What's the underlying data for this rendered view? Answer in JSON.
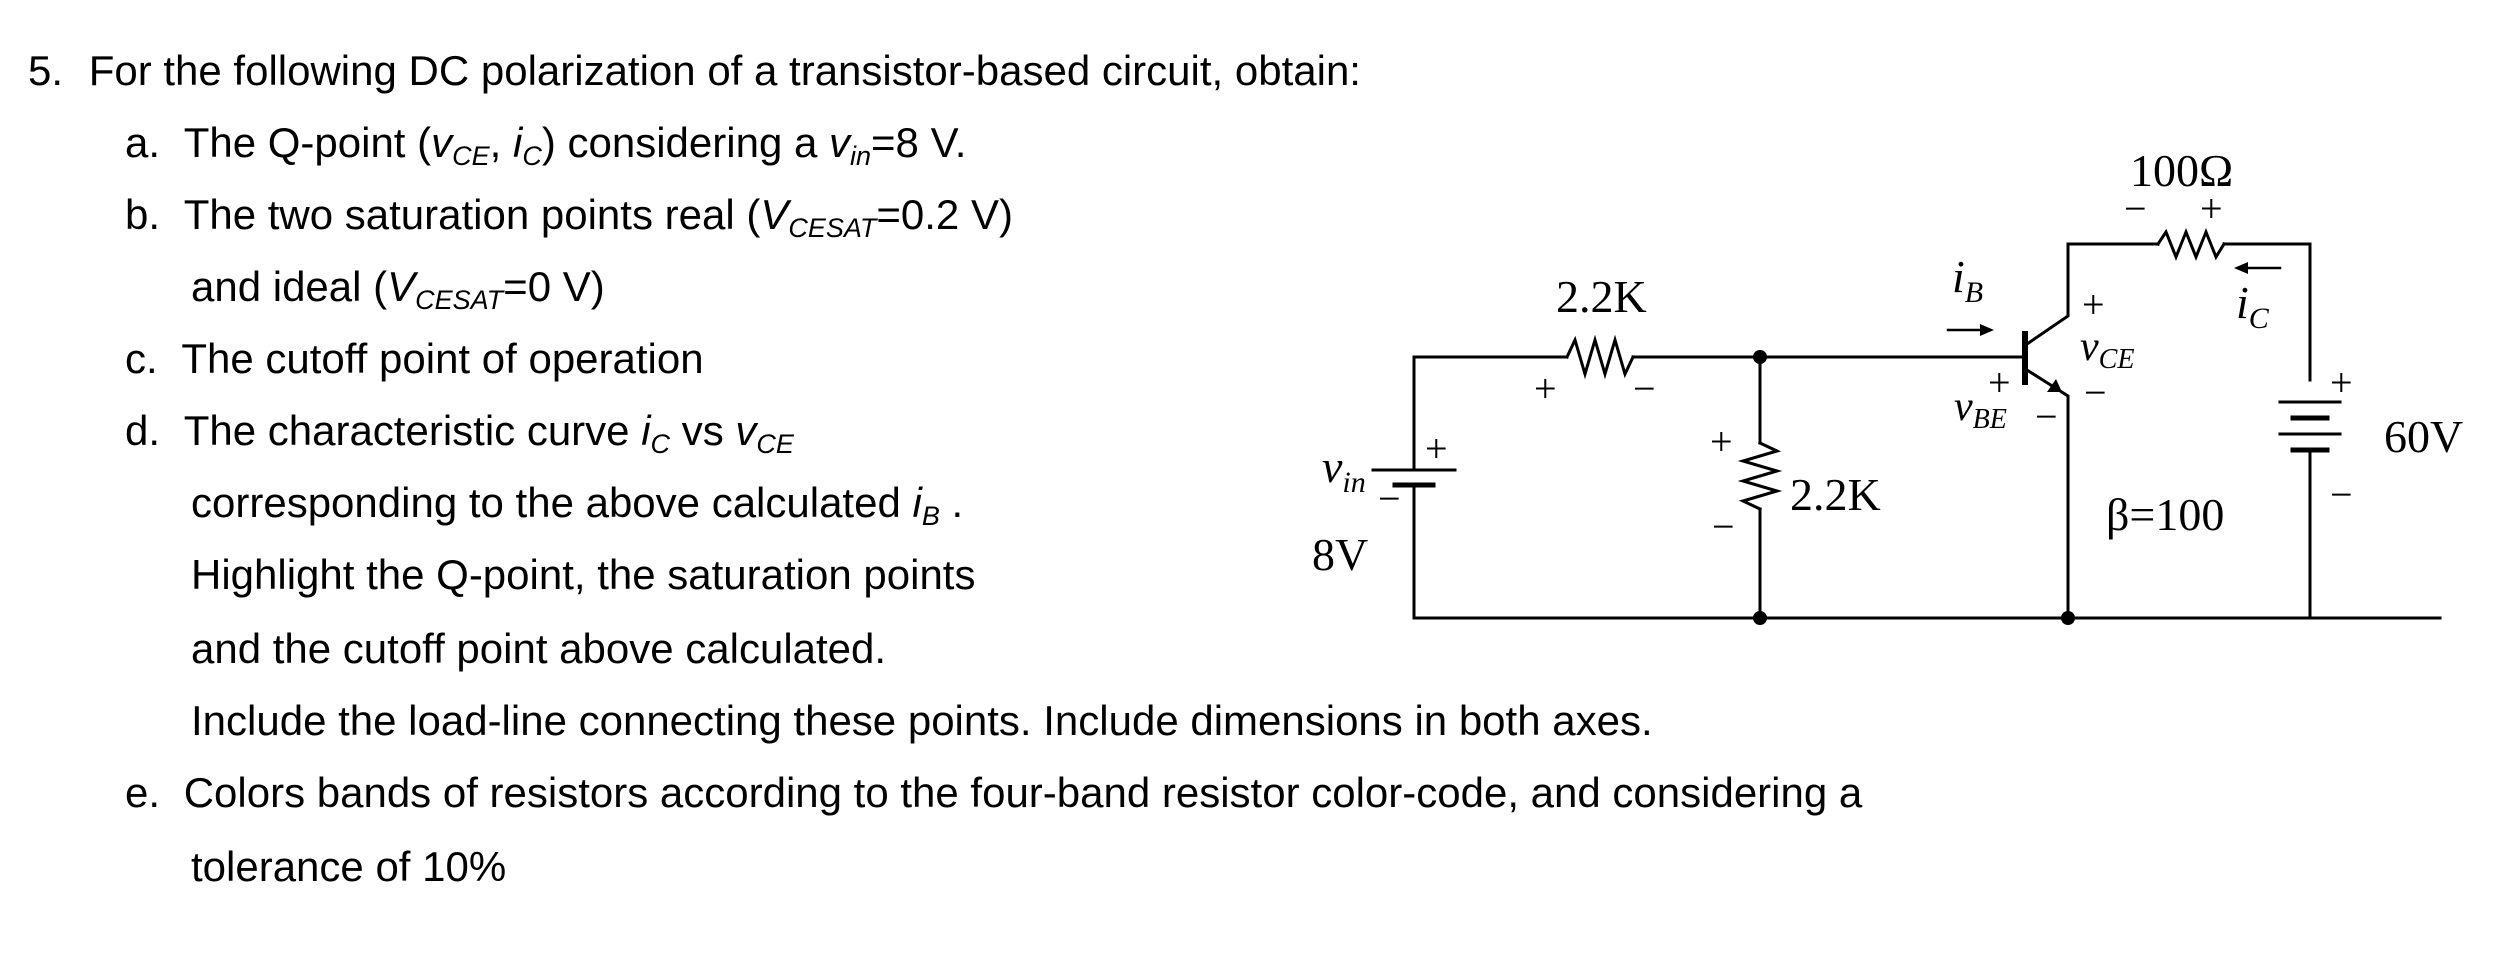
{
  "problem": {
    "number": "5.",
    "intro": "For the following DC polarization of a transistor-based circuit, obtain:",
    "items": [
      {
        "letter": "a.",
        "text": [
          "The Q-point (",
          "v",
          "CE",
          ", ",
          "i",
          "C",
          ") considering a ",
          "v",
          "in",
          "=8 V."
        ]
      },
      {
        "letter": "b.",
        "text1": [
          "The two saturation points real (",
          "V",
          "CESAT",
          "=0.2 V)"
        ],
        "text2": [
          "and ideal (",
          "V",
          "CESAT",
          "=0 V)"
        ]
      },
      {
        "letter": "c.",
        "text": "The cutoff point of operation"
      },
      {
        "letter": "d.",
        "text1": [
          "The characteristic curve ",
          "i",
          "C",
          " vs ",
          "v",
          "CE"
        ],
        "text2": [
          "corresponding to the above calculated ",
          "i",
          "B",
          " ."
        ],
        "text3": "Highlight the Q-point, the saturation points",
        "text4": "and the cutoff point above calculated.",
        "text5": "Include the load-line connecting these points. Include dimensions in both axes."
      },
      {
        "letter": "e.",
        "text1": "Colors bands of resistors according to the four-band resistor color-code, and considering a",
        "text2": "tolerance of 10%"
      }
    ]
  },
  "circuit": {
    "vin_label": "v",
    "vin_sub": "in",
    "vin_value": "8V",
    "r_base_label": "2.2K",
    "r_shunt_label": "2.2K",
    "r_collector_label": "100Ω",
    "vcc_label": "60V",
    "ib_label": "i",
    "ib_sub": "B",
    "ic_label": "i",
    "ic_sub": "C",
    "vce_label": "v",
    "vce_sub": "CE",
    "vbe_label": "v",
    "vbe_sub": "BE",
    "beta_label": "β=100",
    "plus": "+",
    "minus": "−"
  }
}
